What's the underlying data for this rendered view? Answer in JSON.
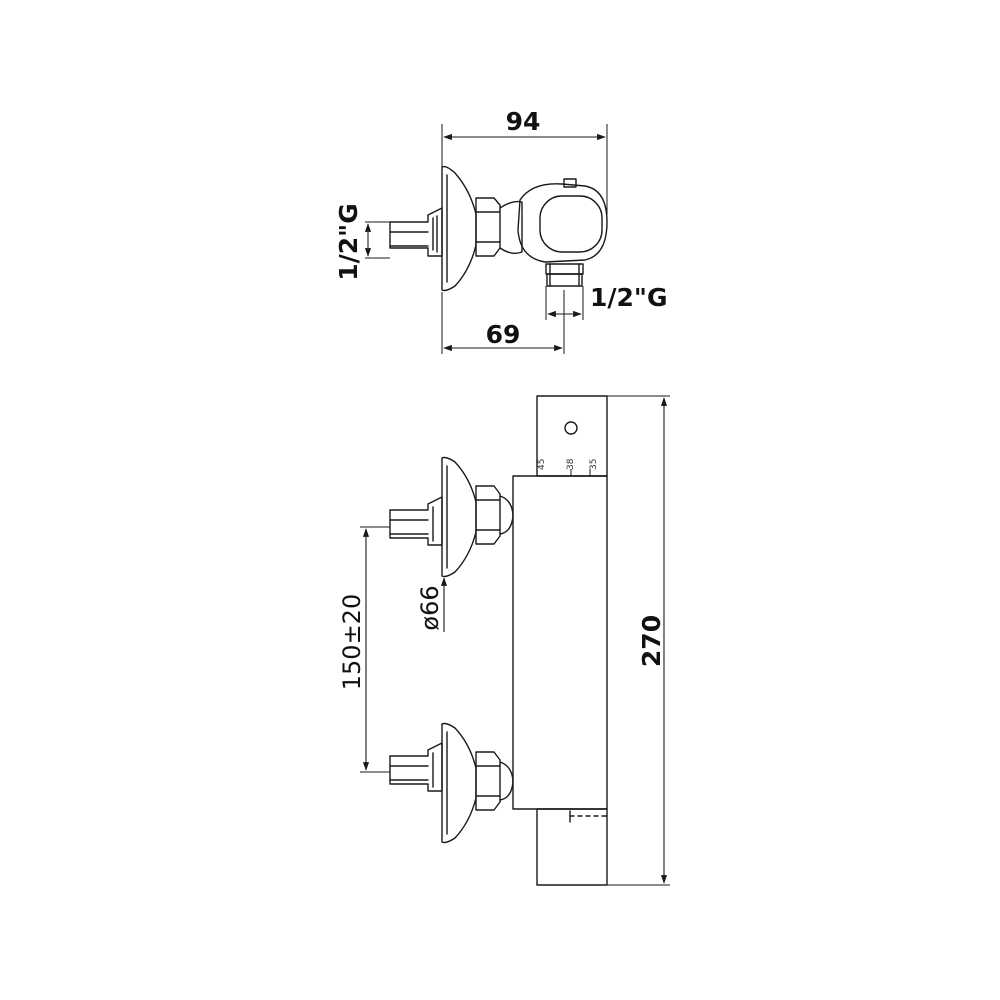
{
  "top_view": {
    "width_dim": "94",
    "depth_dim": "69",
    "inlet_thread_left": "1/2\"G",
    "outlet_thread_bottom": "1/2\"G"
  },
  "front_view": {
    "height_dim": "270",
    "inlet_spacing": "150±20",
    "flange_diameter": "ø66",
    "temp_marks": [
      "45",
      "38",
      "35"
    ]
  }
}
